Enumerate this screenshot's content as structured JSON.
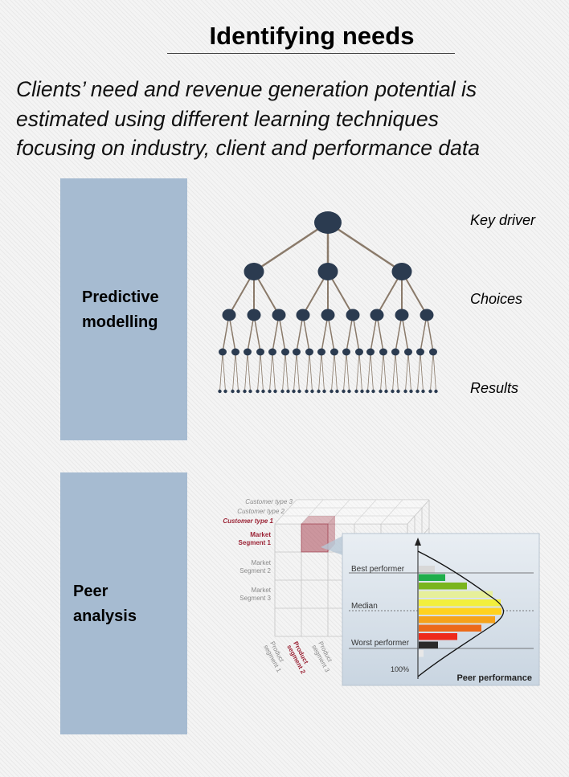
{
  "header": {
    "title": "Identifying needs",
    "subtitle_lines": [
      "Clients’ need and revenue generation potential is",
      "estimated using different learning techniques",
      "focusing on industry, client and performance data"
    ]
  },
  "panels": [
    {
      "label_lines": [
        "Predictive",
        "modelling"
      ]
    },
    {
      "label_lines": [
        "Peer",
        "analysis"
      ]
    }
  ],
  "tree": {
    "levels": [
      "Key driver",
      "Choices",
      "Results"
    ],
    "node_color": "#2b3b50",
    "edge_color": "#8a7a6a"
  },
  "cube": {
    "row_labels": [
      [
        "Customer type 3"
      ],
      [
        "Customer type 2"
      ],
      [
        "Customer type 1"
      ],
      [
        "Market",
        "Segment 1"
      ],
      [
        "Market",
        "Segment 2"
      ],
      [
        "Market",
        "Segment 3"
      ]
    ],
    "column_labels": [
      [
        "Product",
        "segment 1"
      ],
      [
        "Product",
        "segment 2"
      ],
      [
        "Product",
        "segment 3"
      ]
    ],
    "highlight_color": "#9b2335"
  },
  "peer_chart": {
    "best_label": "Best performer",
    "median_label": "Median",
    "worst_label": "Worst performer",
    "percent_label": "100%",
    "caption": "Peer performance",
    "bar_colors": [
      "#d8d8d8",
      "#1fae4b",
      "#7ab51d",
      "#e6ef9a",
      "#f2ef3c",
      "#ffd21f",
      "#f5a21a",
      "#ec6a1a",
      "#ee2a1a",
      "#2a2a2a",
      "#e8e8e8"
    ]
  }
}
